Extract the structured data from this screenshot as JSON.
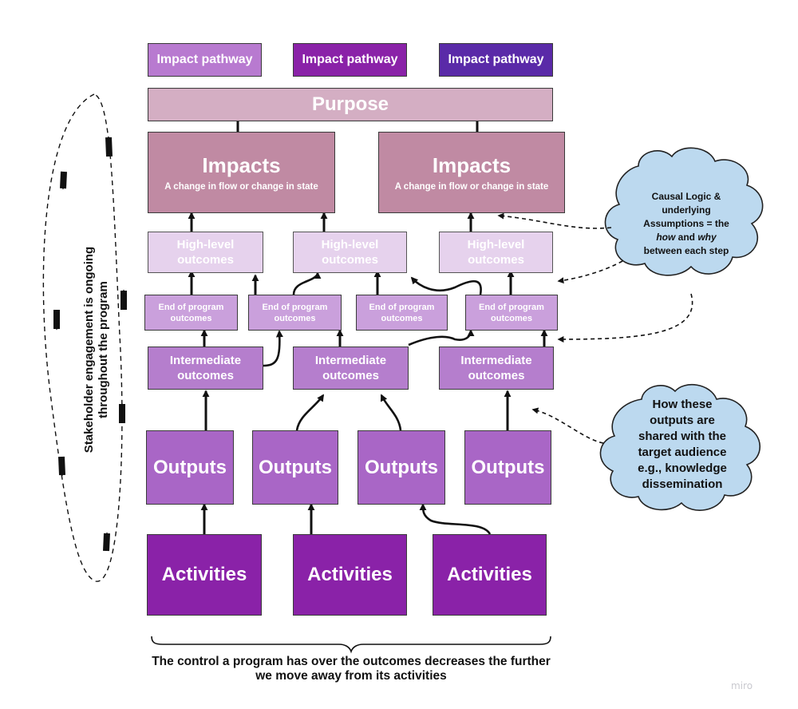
{
  "legend": [
    "Impact pathway",
    "Impact pathway",
    "Impact pathway"
  ],
  "colors": {
    "legend": [
      "#b87ad0",
      "#8a22a8",
      "#5a2aa8"
    ],
    "purpose": "#d4aec3",
    "impacts": "#c08aa3",
    "high_level": "#e6d2ed",
    "end_of_program": "#caa0dc",
    "intermediate": "#b57ecd",
    "outputs": "#a966c6",
    "activities": "#8a22a8",
    "cloud": "#bcd9ef"
  },
  "purpose": "Purpose",
  "impacts": [
    {
      "title": "Impacts",
      "subtitle": "A change in flow or change in state"
    },
    {
      "title": "Impacts",
      "subtitle": "A change in flow or change in state"
    }
  ],
  "high_level": [
    "High-level outcomes",
    "High-level outcomes",
    "High-level outcomes"
  ],
  "end_of_program": [
    "End of program outcomes",
    "End of program outcomes",
    "End of program outcomes",
    "End of program outcomes"
  ],
  "intermediate": [
    "Intermediate outcomes",
    "Intermediate outcomes",
    "Intermediate outcomes"
  ],
  "outputs": [
    "Outputs",
    "Outputs",
    "Outputs",
    "Outputs"
  ],
  "activities": [
    "Activities",
    "Activities",
    "Activities"
  ],
  "cloud_causal": {
    "line1": "Causal Logic &",
    "line2": "underlying",
    "line3": "Assumptions = the",
    "how": "how",
    "and": "and",
    "why": "why",
    "line5": "between each step"
  },
  "cloud_outputs": [
    "How these",
    "outputs are",
    "shared with the",
    "target audience",
    "e.g., knowledge",
    "dissemination"
  ],
  "stakeholder_text": "Stakeholder engagement is ongoing throughout the program",
  "bottom_text": "The control a program has over the outcomes decreases the further we move away from its activities",
  "watermark": "miro"
}
